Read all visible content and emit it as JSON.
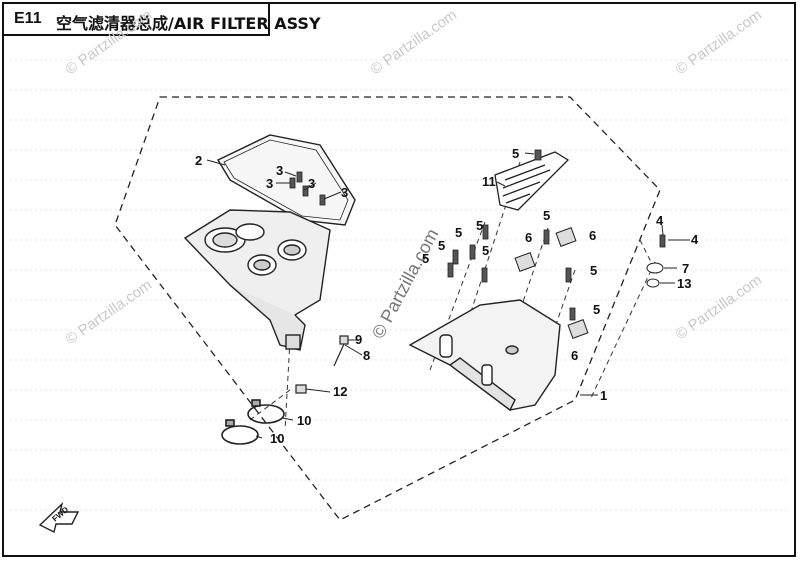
{
  "header": {
    "code": "E11",
    "title": "空气滤清器总成/AIR FILTER ASSY"
  },
  "watermark": "© Partzilla.com",
  "fwd_label": "FWD",
  "callouts": [
    {
      "id": "c1",
      "text": "1"
    },
    {
      "id": "c2",
      "text": "2"
    },
    {
      "id": "c3a",
      "text": "3"
    },
    {
      "id": "c3b",
      "text": "3"
    },
    {
      "id": "c3c",
      "text": "3"
    },
    {
      "id": "c3d",
      "text": "3"
    },
    {
      "id": "c4a",
      "text": "4"
    },
    {
      "id": "c4b",
      "text": "4"
    },
    {
      "id": "c5a",
      "text": "5"
    },
    {
      "id": "c5b",
      "text": "5"
    },
    {
      "id": "c5c",
      "text": "5"
    },
    {
      "id": "c5d",
      "text": "5"
    },
    {
      "id": "c5e",
      "text": "5"
    },
    {
      "id": "c5f",
      "text": "5"
    },
    {
      "id": "c5g",
      "text": "5"
    },
    {
      "id": "c5h",
      "text": "5"
    },
    {
      "id": "c6a",
      "text": "6"
    },
    {
      "id": "c6b",
      "text": "6"
    },
    {
      "id": "c6c",
      "text": "6"
    },
    {
      "id": "c7",
      "text": "7"
    },
    {
      "id": "c8",
      "text": "8"
    },
    {
      "id": "c9",
      "text": "9"
    },
    {
      "id": "c10a",
      "text": "10"
    },
    {
      "id": "c10b",
      "text": "10"
    },
    {
      "id": "c11",
      "text": "11"
    },
    {
      "id": "c12",
      "text": "12"
    },
    {
      "id": "c13",
      "text": "13"
    }
  ]
}
